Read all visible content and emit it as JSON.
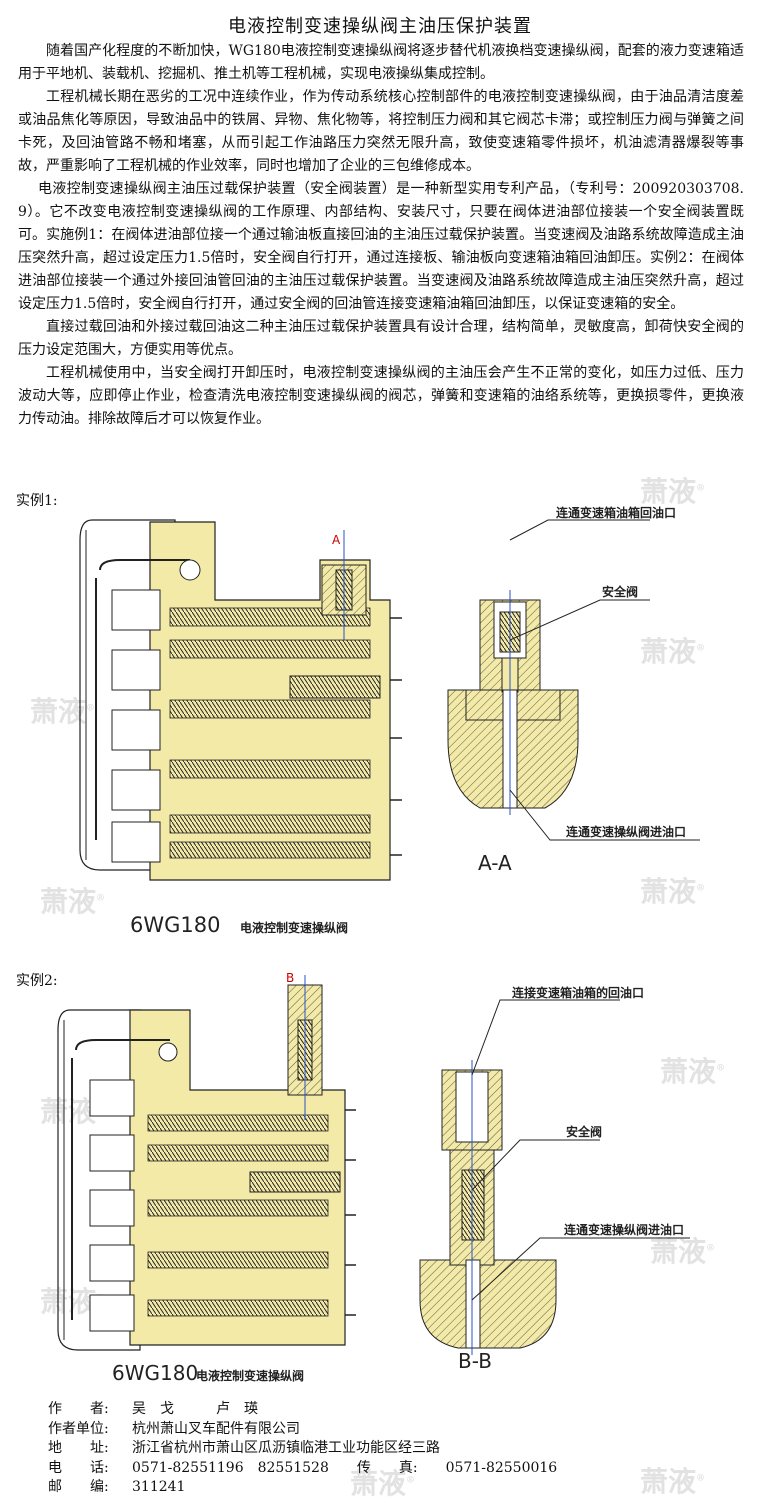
{
  "title": "电液控制变速操纵阀主油压保护装置",
  "paragraphs": [
    "随着国产化程度的不断加快，WG180电液控制变速操纵阀将逐步替代机液换档变速操纵阀，配套的液力变速箱适用于平地机、装载机、挖掘机、推土机等工程机械，实现电液操纵集成控制。",
    "工程机械长期在恶劣的工况中连续作业，作为传动系统核心控制部件的电液控制变速操纵阀，由于油品清洁度差或油品焦化等原因，导致油品中的铁屑、异物、焦化物等，将控制压力阀和其它阀芯卡滞；或控制压力阀与弹簧之间卡死，及回油管路不畅和堵塞，从而引起工作油路压力突然无限升高，致使变速箱零件损坏，机油滤清器爆裂等事故，严重影响了工程机械的作业效率，同时也增加了企业的三包维修成本。",
    "电液控制变速操纵阀主油压过载保护装置（安全阀装置）是一种新型实用专利产品，（专利号：200920303708.9）。它不改变电液控制变速操纵阀的工作原理、内部结构、安装尺寸，只要在阀体进油部位接装一个安全阀装置既可。实施例1：在阀体进油部位接一个通过输油板直接回油的主油压过载保护装置。当变速阀及油路系统故障造成主油压突然升高，超过设定压力1.5倍时，安全阀自行打开，通过连接板、输油板向变速箱油箱回油卸压。实例2：在阀体进油部位接装一个通过外接回油管回油的主油压过载保护装置。当变速阀及油路系统故障造成主油压突然升高，超过设定压力1.5倍时，安全阀自行打开，通过安全阀的回油管连接变速箱油箱回油卸压，以保证变速箱的安全。",
    "直接过载回油和外接过载回油这二种主油压过载保护装置具有设计合理，结构简单，灵敏度高，卸荷快安全阀的压力设定范围大，方便实用等优点。",
    "工程机械使用中，当安全阀打开卸压时，电液控制变速操纵阀的主油压会产生不正常的变化，如压力过低、压力波动大等，应即停止作业，检查清洗电液控制变速操纵阀的阀芯，弹簧和变速箱的油络系统等，更换损零件，更换液力传动油。排除故障后才可以恢复作业。"
  ],
  "case1": {
    "label": "实例1:",
    "marker": "A",
    "section_label": "A-A",
    "caption_model": "6WG180",
    "caption_text": "电液控制变速操纵阀",
    "label_top": "连通变速箱油箱回油口",
    "label_mid": "安全阀",
    "label_bottom": "连通变速操纵阀进油口"
  },
  "case2": {
    "label": "实例2:",
    "marker": "B",
    "section_label": "B-B",
    "caption_model": "6WG180",
    "caption_text": "电液控制变速操纵阀",
    "label_top": "连接变速箱油箱的回油口",
    "label_mid": "安全阀",
    "label_bottom": "连通变速操纵阀进油口"
  },
  "watermark": "萧液",
  "watermark_mark": "®",
  "footer": [
    {
      "key": "作　　者:",
      "value": "吴　戈　　　卢　瑛"
    },
    {
      "key": "作者单位:",
      "value": "杭州萧山叉车配件有限公司"
    },
    {
      "key": "地　　址:",
      "value": "浙江省杭州市萧山区瓜沥镇临港工业功能区经三路"
    },
    {
      "key": "电　　话:",
      "value": "0571-82551196　82551528　　传　　真:　　0571-82550016"
    },
    {
      "key": "邮　　编:",
      "value": "311241"
    }
  ],
  "colors": {
    "fill": "#f3eaa8",
    "line": "#1a1a1a",
    "center": "#2a52c8",
    "watermark": "#e2e2e2"
  }
}
